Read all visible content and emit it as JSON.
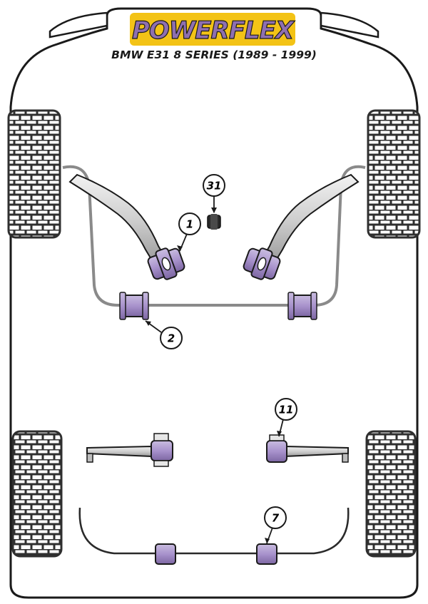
{
  "brand": {
    "logo_text": "POWERFLEX",
    "subtitle": "BMW E31 8 SERIES (1989 - 1999)",
    "logo_bg": "#f3c316",
    "logo_text_color": "#8e6fb0"
  },
  "colors": {
    "bush": "#a995c8",
    "bush_dark": "#6f5a93",
    "outline": "#1a1a1a",
    "tyre": "#3a3a3a",
    "metal": "#c8c8c8"
  },
  "labels": [
    {
      "id": "1",
      "text": "1"
    },
    {
      "id": "2",
      "text": "2"
    },
    {
      "id": "7",
      "text": "7"
    },
    {
      "id": "11",
      "text": "11"
    },
    {
      "id": "31",
      "text": "31"
    }
  ]
}
